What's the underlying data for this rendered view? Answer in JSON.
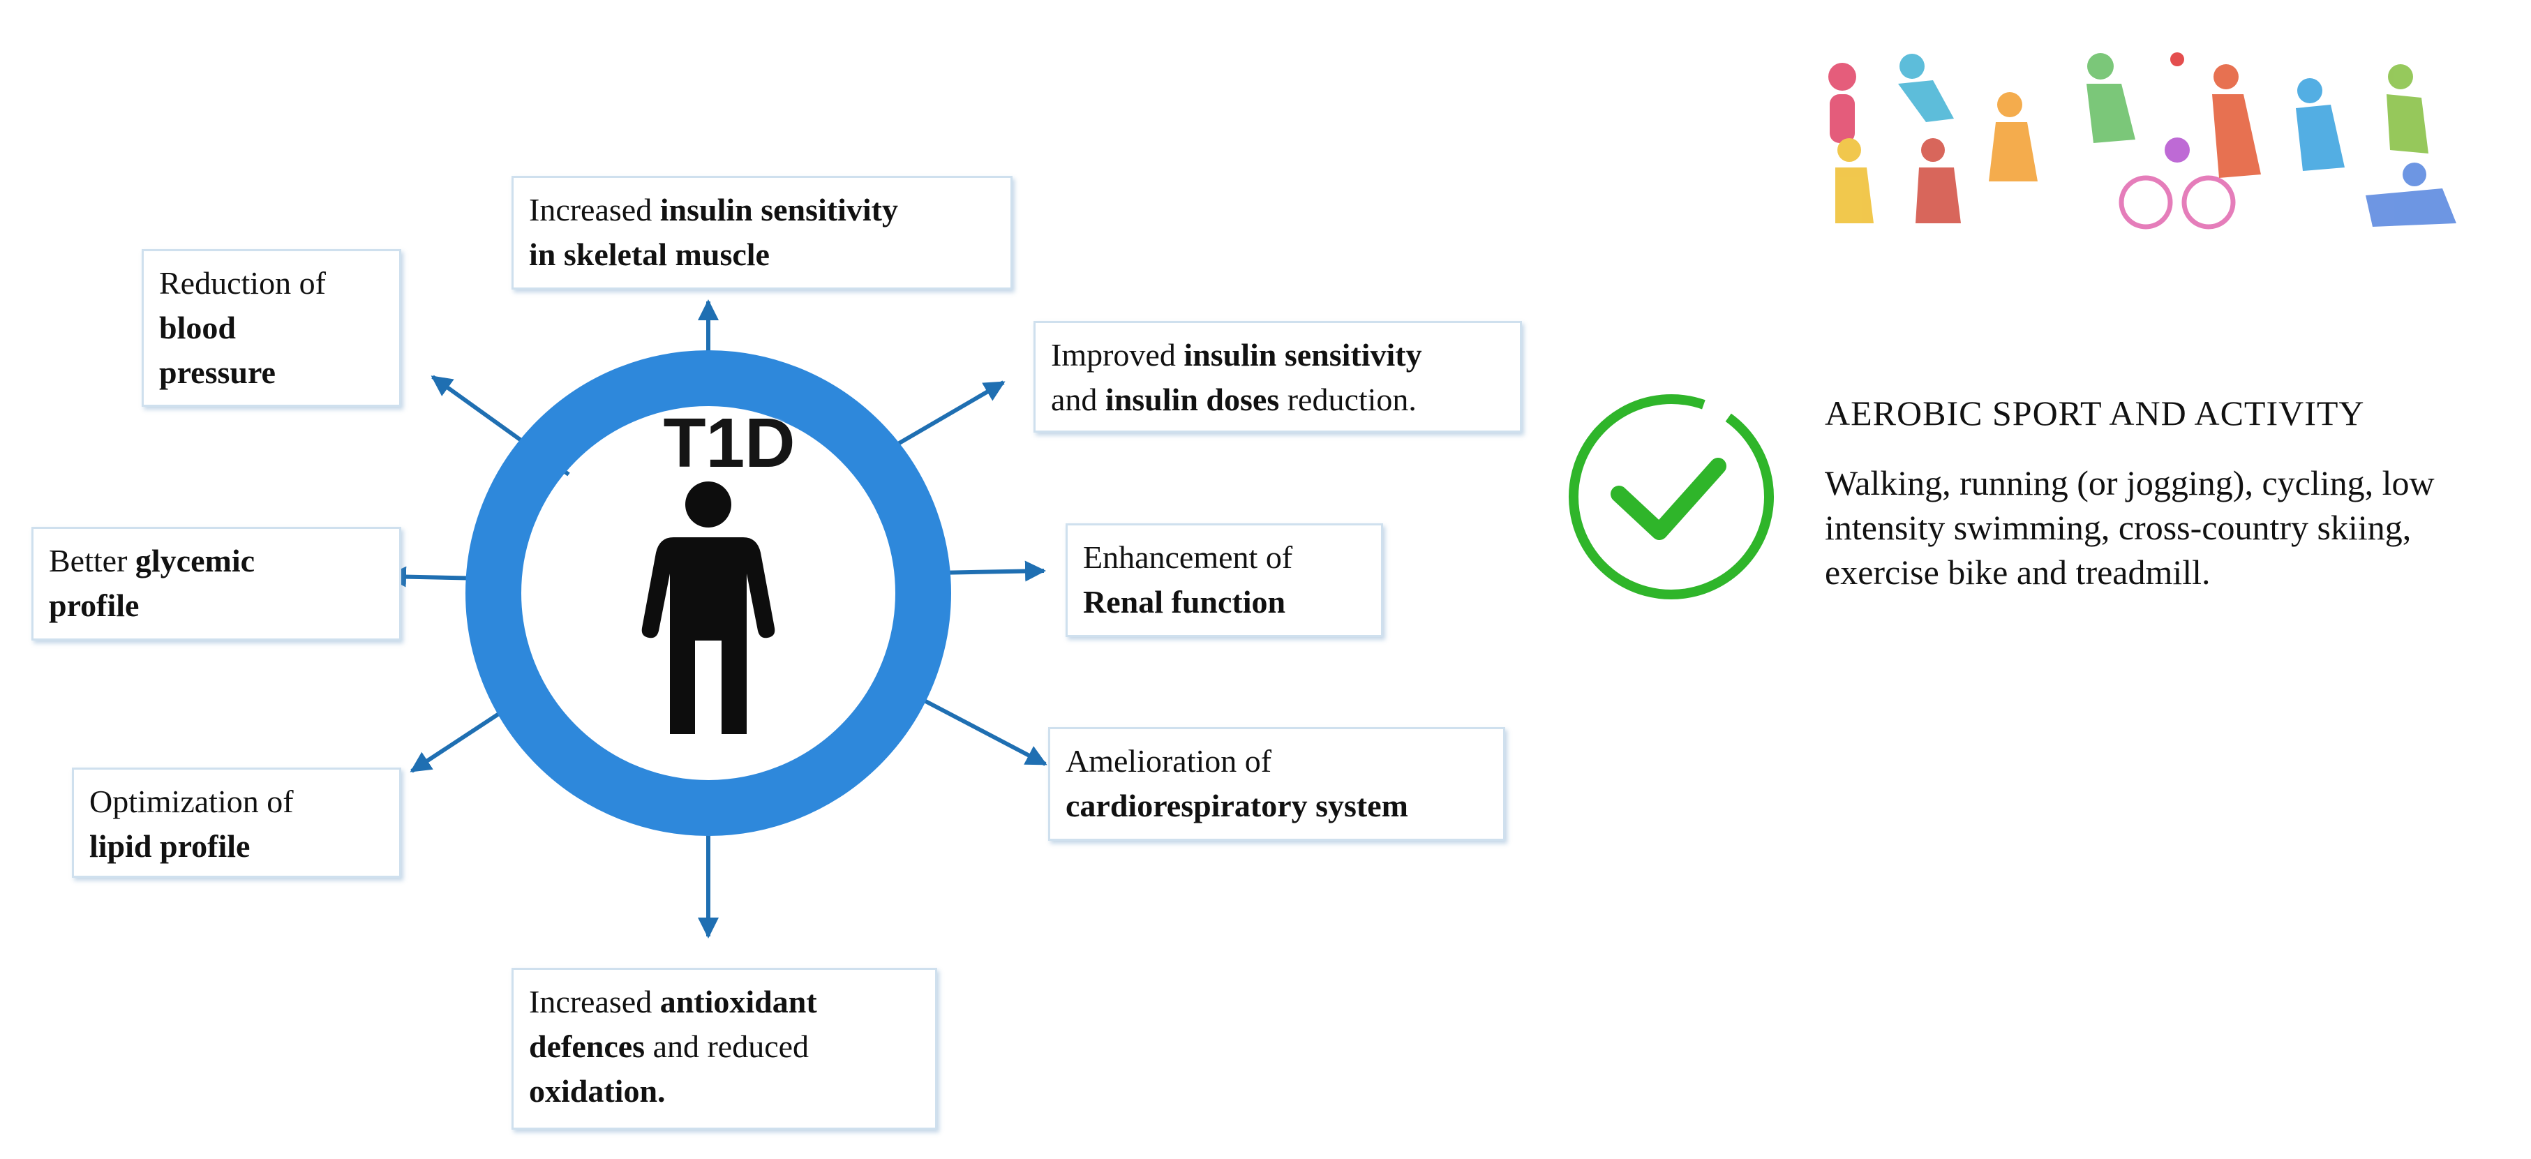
{
  "center": {
    "label": "T1D"
  },
  "boxes": {
    "insulin_muscle": {
      "pre": "Increased ",
      "b1": "insulin sensitivity",
      "b2": "in skeletal muscle"
    },
    "blood_pressure": {
      "pre": "Reduction of",
      "b1": "blood",
      "b2": "pressure"
    },
    "improved_insulin": {
      "pre": "Improved ",
      "b1": "insulin sensitivity",
      "mid": "and ",
      "b2": "insulin doses",
      "post": " reduction."
    },
    "glycemic": {
      "pre": "Better ",
      "b1": "glycemic",
      "b2": "profile"
    },
    "renal": {
      "pre": "Enhancement of",
      "b1": "Renal function"
    },
    "lipid": {
      "pre": "Optimization of",
      "b1": "lipid profile"
    },
    "cardio": {
      "pre": "Amelioration  of",
      "b1": "cardiorespiratory system"
    },
    "antioxidant": {
      "pre": "Increased ",
      "b1": "antioxidant",
      "b2": "defences",
      "mid": " and reduced",
      "b3": "oxidation."
    }
  },
  "aerobic": {
    "heading": "AEROBIC SPORT AND ACTIVITY",
    "description": "Walking, running (or jogging), cycling, low intensity swimming, cross-country skiing, exercise bike and treadmill."
  },
  "colors": {
    "ring": "#2e88db",
    "arrow": "#1f6fb2",
    "check": "#2fb52a",
    "figure": "#0d0d0d"
  },
  "icons": [
    "person-icon",
    "check-circle-icon",
    "sports-figures-icon"
  ]
}
